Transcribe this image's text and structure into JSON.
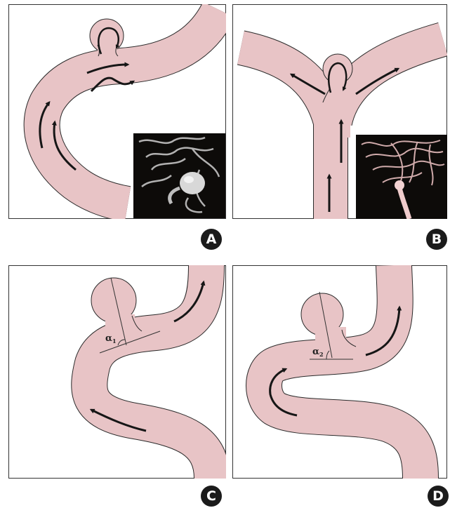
{
  "colors": {
    "vessel_fill": "#e8c4c6",
    "vessel_stroke": "#2a2a2a",
    "arrow": "#161616",
    "frame": "#333333",
    "badge_bg": "#1b1b1b",
    "inset_bg": "#0d0b09"
  },
  "panels": [
    {
      "id": "A",
      "label": "A",
      "inset": "3d-angiography-aneurysm-gray"
    },
    {
      "id": "B",
      "label": "B",
      "inset": "3d-angiography-vessels-pink"
    },
    {
      "id": "C",
      "label": "C",
      "angle_symbol": "α",
      "angle_subscript": "1"
    },
    {
      "id": "D",
      "label": "D",
      "angle_symbol": "α",
      "angle_subscript": "2"
    }
  ]
}
